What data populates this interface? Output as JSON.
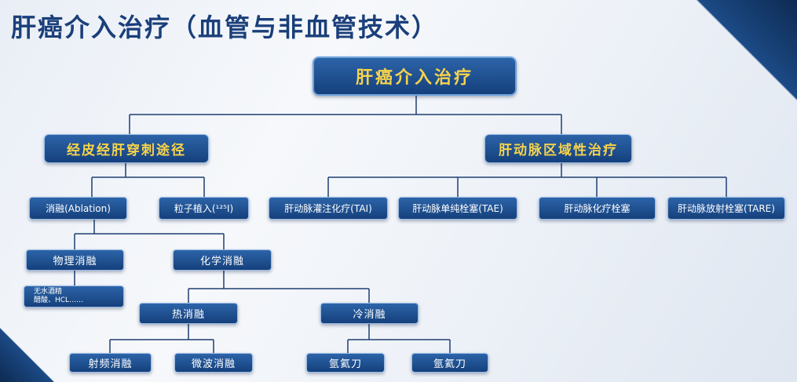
{
  "title": "肝癌介入治疗（血管与非血管技术）",
  "colors": {
    "box": "#1d4f8f",
    "gold_text": "#f7d34a",
    "white_text": "#ffffff",
    "title": "#1a3f7a",
    "line": "#1f3f70"
  },
  "tree": {
    "root": "肝癌介入治疗",
    "branch_a": {
      "label": "经皮经肝穿刺途径",
      "ablation": "消融(Ablation)",
      "seed": "粒子植入(¹²⁵I)",
      "physical": "物理消融",
      "physical_note_1": "无水酒精",
      "physical_note_2": "醋酸、HCL……",
      "chemical": "化学消融",
      "thermal": "热消融",
      "cold": "冷消融",
      "rf": "射频消融",
      "microwave": "微波消融",
      "argon": "氩氦刀",
      "argon2": "氩氦刀"
    },
    "branch_b": {
      "label": "肝动脉区域性治疗",
      "items": [
        "肝动脉灌注化疗(TAI)",
        "肝动脉单纯栓塞(TAE)",
        "肝动脉化疗栓塞",
        "肝动脉放射栓塞(TARE)"
      ]
    }
  }
}
